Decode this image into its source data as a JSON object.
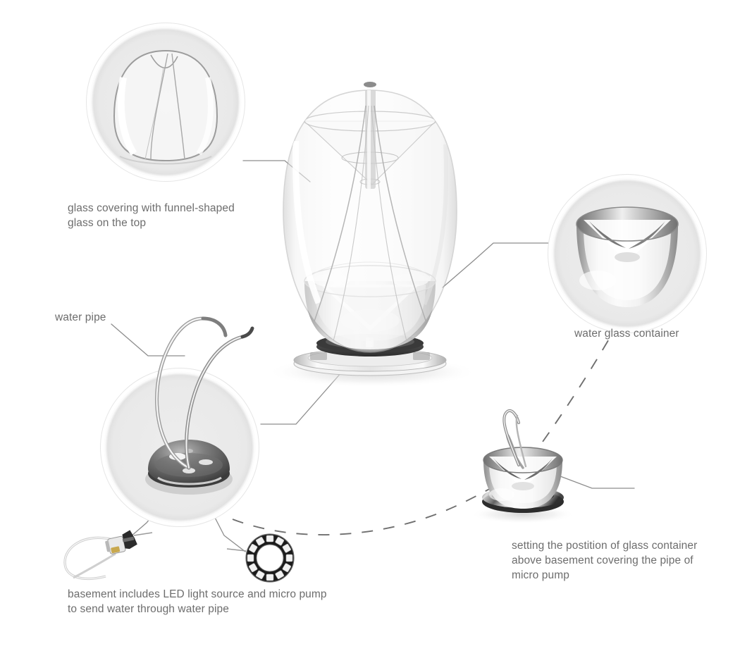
{
  "diagram": {
    "title": "glass lamp water feature exploded diagram",
    "background_color": "#ffffff",
    "text_color": "#6d6d6d",
    "callout_circle_fill": "#ebebeb",
    "callout_circle_ring": "#ffffff",
    "leader_line_color": "#8a8a8a",
    "dashed_path_color": "#6f6f6f"
  },
  "labels": {
    "glass_cover": "glass covering with funnel-shaped\nglass on the top",
    "water_pipe": "water pipe",
    "water_glass_container": "water glass container",
    "basement": "basement includes LED light source and micro pump\nto send water through water pipe",
    "setting": "setting the postition of glass container\nabove basement covering the pipe of\nmicro pump"
  },
  "parts": {
    "main_assembly": "glass-dome-lamp",
    "detail_top_left": "funnel-glass-dome-detail",
    "detail_right": "water-glass-bowl-detail",
    "detail_bottom_left": "basement-with-water-pipe-detail",
    "component_pump": "micro-pump-with-tube",
    "component_led": "led-ring-light-source",
    "assembly_step": "bowl-over-basement-assembly"
  }
}
